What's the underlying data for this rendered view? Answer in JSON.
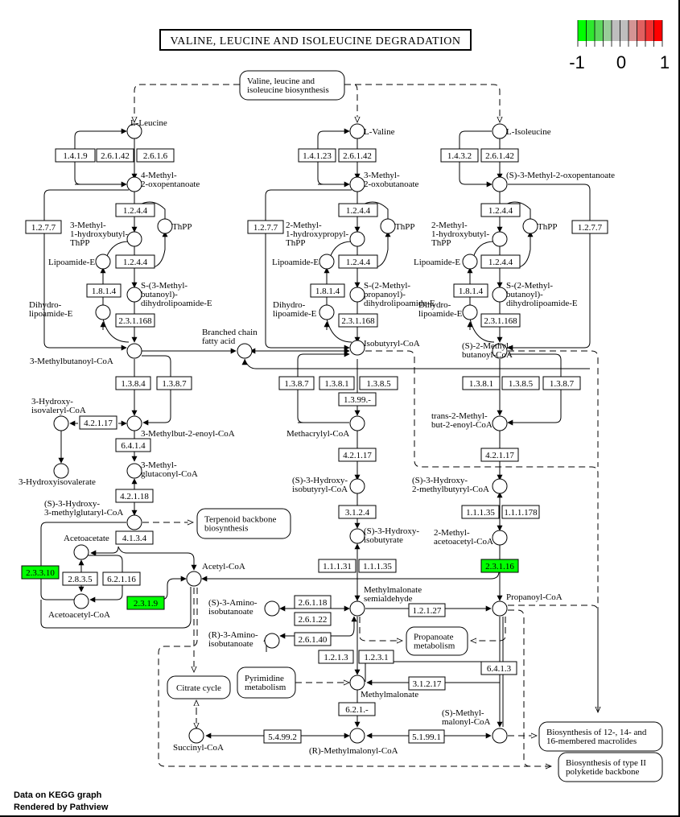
{
  "title": "VALINE, LEUCINE AND ISOLEUCINE DEGRADATION",
  "legend": {
    "min_label": "-1",
    "mid_label": "0",
    "max_label": "1",
    "colors": [
      "#00ff00",
      "#2ee82e",
      "#5cd65c",
      "#99cc99",
      "#bebebe",
      "#bebebe",
      "#d49494",
      "#e06060",
      "#f03030",
      "#ff0000"
    ]
  },
  "footer": {
    "line1": "Data on KEGG graph",
    "line2": "Rendered by Pathview"
  },
  "colors": {
    "highlight": "#00ff00",
    "default_enzyme": "#ffffff"
  },
  "maps": [
    {
      "id": "m_vlib",
      "line1": "Valine, leucine and",
      "line2": "isoleucine biosynthesis"
    },
    {
      "id": "m_terp",
      "line1": "Terpenoid backbone",
      "line2": "biosynthesis"
    },
    {
      "id": "m_citrate",
      "line1": "Citrate cycle",
      "line2": ""
    },
    {
      "id": "m_pyr",
      "line1": "Pyrimidine",
      "line2": "metabolism"
    },
    {
      "id": "m_prop",
      "line1": "Propanoate",
      "line2": "metabolism"
    },
    {
      "id": "m_macro",
      "line1": "Biosynthesis of 12-, 14- and",
      "line2": "16-membered macrolides"
    },
    {
      "id": "m_pk",
      "line1": "Biosynthesis of type II",
      "line2": "polyketide backbone"
    }
  ],
  "compounds": [
    {
      "id": "c_leu",
      "label": [
        "L-Leucine"
      ]
    },
    {
      "id": "c_4m2op",
      "label": [
        "4-Methyl-",
        "2-oxopentanoate"
      ]
    },
    {
      "id": "c_3m1hbt",
      "label": [
        "3-Methyl-",
        "1-hydroxybutyl-",
        "ThPP"
      ]
    },
    {
      "id": "c_thpp1",
      "label": [
        "ThPP"
      ]
    },
    {
      "id": "c_lip1",
      "label": [
        "Lipoamide-E"
      ]
    },
    {
      "id": "c_s3mb",
      "label": [
        "S-(3-Methyl-",
        "butanoyl)-",
        "dihydrolipoamide-E"
      ]
    },
    {
      "id": "c_dhl1",
      "label": [
        "Dihydro-",
        "lipoamide-E"
      ]
    },
    {
      "id": "c_3mbcoa",
      "label": [
        "3-Methylbutanoyl-CoA"
      ]
    },
    {
      "id": "c_bcfa",
      "label": [
        "Branched chain",
        "fatty acid"
      ]
    },
    {
      "id": "c_val",
      "label": [
        "L-Valine"
      ]
    },
    {
      "id": "c_3m2ob",
      "label": [
        "3-Methyl-",
        "2-oxobutanoate"
      ]
    },
    {
      "id": "c_2m1hp",
      "label": [
        "2-Methyl-",
        "1-hydroxypropyl-",
        "ThPP"
      ]
    },
    {
      "id": "c_thpp2",
      "label": [
        "ThPP"
      ]
    },
    {
      "id": "c_lip2",
      "label": [
        "Lipoamide-E"
      ]
    },
    {
      "id": "c_s2mp",
      "label": [
        "S-(2-Methyl-",
        "propanoyl)-",
        "dihydrolipoamide-E"
      ]
    },
    {
      "id": "c_dhl2",
      "label": [
        "Dihydro-",
        "lipoamide-E"
      ]
    },
    {
      "id": "c_ibcoa",
      "label": [
        "Isobutyryl-CoA"
      ]
    },
    {
      "id": "c_ile",
      "label": [
        "L-Isoleucine"
      ]
    },
    {
      "id": "c_s3m2op",
      "label": [
        "(S)-3-Methyl-2-oxopentanoate"
      ]
    },
    {
      "id": "c_2m1hb",
      "label": [
        "2-Methyl-",
        "1-hydroxybutyl-",
        "ThPP"
      ]
    },
    {
      "id": "c_thpp3",
      "label": [
        "ThPP"
      ]
    },
    {
      "id": "c_lip3",
      "label": [
        "Lipoamide-E"
      ]
    },
    {
      "id": "c_s2mb",
      "label": [
        "S-(2-Methyl-",
        "butanoyl)-",
        "dihydrolipoamide-E"
      ]
    },
    {
      "id": "c_dhl3",
      "label": [
        "Dihydro-",
        "lipoamide-E"
      ]
    },
    {
      "id": "c_s2mbcoa",
      "label": [
        "(S)-2-Methyl-",
        "butanoyl-CoA"
      ]
    },
    {
      "id": "c_3hivcoa",
      "label": [
        "3-Hydroxy-",
        "isovaleryl-CoA"
      ]
    },
    {
      "id": "c_3mb2ecoa",
      "label": [
        "3-Methylbut-2-enoyl-CoA"
      ]
    },
    {
      "id": "c_3hiv",
      "label": [
        "3-Hydroxyisovalerate"
      ]
    },
    {
      "id": "c_3mgcoa",
      "label": [
        "3-Methyl-",
        "glutaconyl-CoA"
      ]
    },
    {
      "id": "c_hmgcoa",
      "label": [
        "(S)-3-Hydroxy-",
        "3-methylglutaryl-CoA"
      ]
    },
    {
      "id": "c_acac",
      "label": [
        "Acetoacetate"
      ]
    },
    {
      "id": "c_acaccoa",
      "label": [
        "Acetoacetyl-CoA"
      ]
    },
    {
      "id": "c_accoa",
      "label": [
        "Acetyl-CoA"
      ]
    },
    {
      "id": "c_macoa",
      "label": [
        "Methacrylyl-CoA"
      ]
    },
    {
      "id": "c_s3hibcoa",
      "label": [
        "(S)-3-Hydroxy-",
        "isobutyryl-CoA"
      ]
    },
    {
      "id": "c_s3hib",
      "label": [
        "(S)-3-Hydroxy-",
        "isobutyrate"
      ]
    },
    {
      "id": "c_t2mb2ecoa",
      "label": [
        "trans-2-Methyl-",
        "but-2-enoyl-CoA"
      ]
    },
    {
      "id": "c_s3h2mbcoa",
      "label": [
        "(S)-3-Hydroxy-",
        "2-methylbutyryl-CoA"
      ]
    },
    {
      "id": "c_2maacoa",
      "label": [
        "2-Methyl-",
        "acetoacetyl-CoA"
      ]
    },
    {
      "id": "c_mmsa",
      "label": [
        "Methylmalonate",
        "semialdehyde"
      ]
    },
    {
      "id": "c_propcoa",
      "label": [
        "Propanoyl-CoA"
      ]
    },
    {
      "id": "c_s3aib",
      "label": [
        "(S)-3-Amino-",
        "isobutanoate"
      ]
    },
    {
      "id": "c_r3aib",
      "label": [
        "(R)-3-Amino-",
        "isobutanoate"
      ]
    },
    {
      "id": "c_mma",
      "label": [
        "Methylmalonate"
      ]
    },
    {
      "id": "c_succoa",
      "label": [
        "Succinyl-CoA"
      ]
    },
    {
      "id": "c_rmmcoa",
      "label": [
        "(R)-Methylmalonyl-CoA"
      ]
    },
    {
      "id": "c_smmcoa",
      "label": [
        "(S)-Methyl-",
        "malonyl-CoA"
      ]
    }
  ],
  "enzymes": [
    {
      "id": "e1",
      "label": "1.4.1.9",
      "value": null
    },
    {
      "id": "e2",
      "label": "2.6.1.42",
      "value": null
    },
    {
      "id": "e3",
      "label": "2.6.1.6",
      "value": null
    },
    {
      "id": "e4",
      "label": "1.2.4.4",
      "value": null
    },
    {
      "id": "e5",
      "label": "1.2.7.7",
      "value": null
    },
    {
      "id": "e6",
      "label": "1.2.4.4",
      "value": null
    },
    {
      "id": "e7",
      "label": "1.8.1.4",
      "value": null
    },
    {
      "id": "e8",
      "label": "2.3.1.168",
      "value": null
    },
    {
      "id": "e9",
      "label": "1.4.1.23",
      "value": null
    },
    {
      "id": "e10",
      "label": "2.6.1.42",
      "value": null
    },
    {
      "id": "e11",
      "label": "1.2.4.4",
      "value": null
    },
    {
      "id": "e12",
      "label": "1.2.7.7",
      "value": null
    },
    {
      "id": "e13",
      "label": "1.2.4.4",
      "value": null
    },
    {
      "id": "e14",
      "label": "1.8.1.4",
      "value": null
    },
    {
      "id": "e15",
      "label": "2.3.1.168",
      "value": null
    },
    {
      "id": "e16",
      "label": "1.4.3.2",
      "value": null
    },
    {
      "id": "e17",
      "label": "2.6.1.42",
      "value": null
    },
    {
      "id": "e18",
      "label": "1.2.4.4",
      "value": null
    },
    {
      "id": "e19",
      "label": "1.2.7.7",
      "value": null
    },
    {
      "id": "e20",
      "label": "1.2.4.4",
      "value": null
    },
    {
      "id": "e21",
      "label": "1.8.1.4",
      "value": null
    },
    {
      "id": "e22",
      "label": "2.3.1.168",
      "value": null
    },
    {
      "id": "e23",
      "label": "1.3.8.4",
      "value": null
    },
    {
      "id": "e24",
      "label": "1.3.8.7",
      "value": null
    },
    {
      "id": "e25",
      "label": "4.2.1.17",
      "value": null
    },
    {
      "id": "e26",
      "label": "6.4.1.4",
      "value": null
    },
    {
      "id": "e27",
      "label": "4.2.1.18",
      "value": null
    },
    {
      "id": "e28",
      "label": "4.1.3.4",
      "value": null
    },
    {
      "id": "e29",
      "label": "2.3.3.10",
      "value": -1
    },
    {
      "id": "e30",
      "label": "2.8.3.5",
      "value": null
    },
    {
      "id": "e31",
      "label": "6.2.1.16",
      "value": null
    },
    {
      "id": "e32",
      "label": "2.3.1.9",
      "value": -1
    },
    {
      "id": "e33",
      "label": "1.3.8.7",
      "value": null
    },
    {
      "id": "e34",
      "label": "1.3.8.1",
      "value": null
    },
    {
      "id": "e35",
      "label": "1.3.8.5",
      "value": null
    },
    {
      "id": "e36",
      "label": "1.3.99.-",
      "value": null
    },
    {
      "id": "e37",
      "label": "4.2.1.17",
      "value": null
    },
    {
      "id": "e38",
      "label": "3.1.2.4",
      "value": null
    },
    {
      "id": "e39",
      "label": "1.1.1.31",
      "value": null
    },
    {
      "id": "e40",
      "label": "1.1.1.35",
      "value": null
    },
    {
      "id": "e41",
      "label": "1.3.8.1",
      "value": null
    },
    {
      "id": "e42",
      "label": "1.3.8.5",
      "value": null
    },
    {
      "id": "e43",
      "label": "1.3.8.7",
      "value": null
    },
    {
      "id": "e44",
      "label": "4.2.1.17",
      "value": null
    },
    {
      "id": "e45",
      "label": "1.1.1.35",
      "value": null
    },
    {
      "id": "e46",
      "label": "1.1.1.178",
      "value": null
    },
    {
      "id": "e47",
      "label": "2.3.1.16",
      "value": -1
    },
    {
      "id": "e48",
      "label": "2.6.1.18",
      "value": null
    },
    {
      "id": "e49",
      "label": "2.6.1.22",
      "value": null
    },
    {
      "id": "e50",
      "label": "1.2.1.27",
      "value": null
    },
    {
      "id": "e51",
      "label": "2.6.1.40",
      "value": null
    },
    {
      "id": "e52",
      "label": "1.2.1.3",
      "value": null
    },
    {
      "id": "e53",
      "label": "1.2.3.1",
      "value": null
    },
    {
      "id": "e54",
      "label": "3.1.2.17",
      "value": null
    },
    {
      "id": "e55",
      "label": "6.2.1.-",
      "value": null
    },
    {
      "id": "e56",
      "label": "6.4.1.3",
      "value": null
    },
    {
      "id": "e57",
      "label": "5.4.99.2",
      "value": null
    },
    {
      "id": "e58",
      "label": "5.1.99.1",
      "value": null
    }
  ]
}
